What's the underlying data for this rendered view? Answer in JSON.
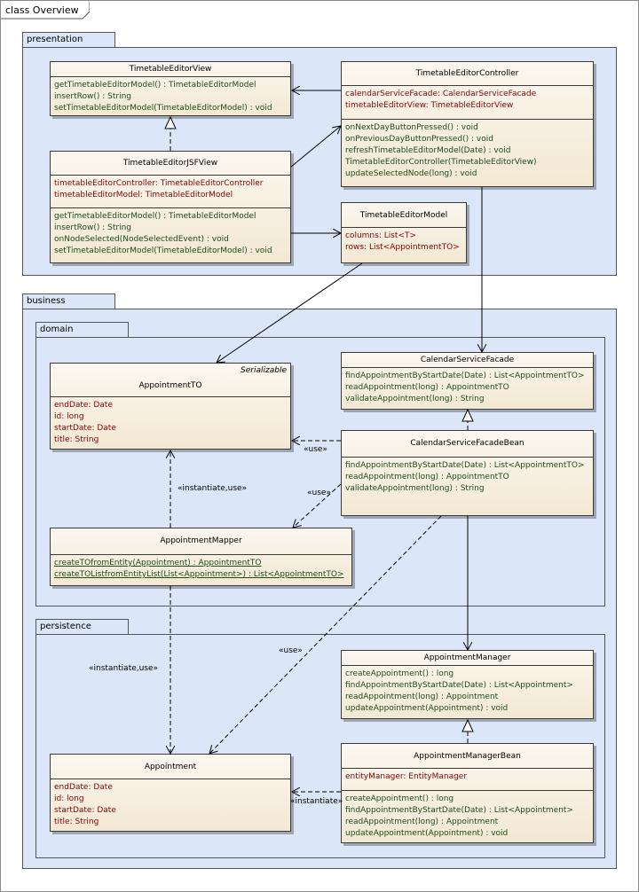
{
  "frame": {
    "title": "class Overview"
  },
  "packages": {
    "presentation": "presentation",
    "business": "business",
    "domain": "domain",
    "persistence": "persistence"
  },
  "classes": {
    "timetable_editor_view": {
      "name": "TimetableEditorView",
      "operations": [
        "getTimetableEditorModel() : TimetableEditorModel",
        "insertRow() : String",
        "setTimetableEditorModel(TimetableEditorModel) : void"
      ]
    },
    "timetable_editor_controller": {
      "name": "TimetableEditorController",
      "attributes": [
        "calendarServiceFacade:  CalendarServiceFacade",
        "timetableEditorView:  TimetableEditorView"
      ],
      "operations": [
        "onNextDayButtonPressed() : void",
        "onPreviousDayButtonPressed() : void",
        "refreshTimetableEditorModel(Date) : void",
        "TimetableEditorController(TimetableEditorView)",
        "updateSelectedNode(long) : void"
      ]
    },
    "timetable_editor_jsf_view": {
      "name": "TimetableEditorJSFView",
      "attributes": [
        "timetableEditorController:  TimetableEditorController",
        "timetableEditorModel:  TimetableEditorModel"
      ],
      "operations": [
        "getTimetableEditorModel() : TimetableEditorModel",
        "insertRow() : String",
        "onNodeSelected(NodeSelectedEvent) : void",
        "setTimetableEditorModel(TimetableEditorModel) : void"
      ]
    },
    "timetable_editor_model": {
      "name": "TimetableEditorModel",
      "attributes": [
        "columns:  List<T>",
        "rows:  List<AppointmentTO>"
      ]
    },
    "appointment_to": {
      "name": "AppointmentTO",
      "stereotype": "Serializable",
      "attributes": [
        "endDate:  Date",
        "id:  long",
        "startDate:  Date",
        "title:  String"
      ]
    },
    "calendar_service_facade": {
      "name": "CalendarServiceFacade",
      "operations": [
        "findAppointmentByStartDate(Date) : List<AppointmentTO>",
        "readAppointment(long) : AppointmentTO",
        "validateAppointment(long) : String"
      ]
    },
    "calendar_service_facade_bean": {
      "name": "CalendarServiceFacadeBean",
      "operations": [
        "findAppointmentByStartDate(Date) : List<AppointmentTO>",
        "readAppointment(long) : AppointmentTO",
        "validateAppointment(long) : String"
      ]
    },
    "appointment_mapper": {
      "name": "AppointmentMapper",
      "operations": [
        "createTOfromEntity(Appointment) : AppointmentTO",
        "createTOListfromEntityList(List<Appointment>) : List<AppointmentTO>"
      ]
    },
    "appointment_manager": {
      "name": "AppointmentManager",
      "operations": [
        "createAppointment() : long",
        "findAppointmentByStartDate(Date) : List<Appointment>",
        "readAppointment(long) : Appointment",
        "updateAppointment(Appointment) : void"
      ]
    },
    "appointment": {
      "name": "Appointment",
      "attributes": [
        "endDate:  Date",
        "id:  long",
        "startDate:  Date",
        "title:  String"
      ]
    },
    "appointment_manager_bean": {
      "name": "AppointmentManagerBean",
      "attributes": [
        "entityManager:  EntityManager"
      ],
      "operations": [
        "createAppointment() : long",
        "findAppointmentByStartDate(Date) : List<Appointment>",
        "readAppointment(long) : Appointment",
        "updateAppointment(Appointment) : void"
      ]
    }
  },
  "relation_labels": {
    "facade_bean_uses_to": "«use»",
    "facade_bean_uses_mapper": "«use»",
    "mapper_instantiates_to": "«instantiate,use»",
    "mapper_instantiates_appointment": "«instantiate,use»",
    "facade_bean_uses_appointment": "«use»",
    "manager_bean_instantiates_appointment": "«instantiate»"
  }
}
